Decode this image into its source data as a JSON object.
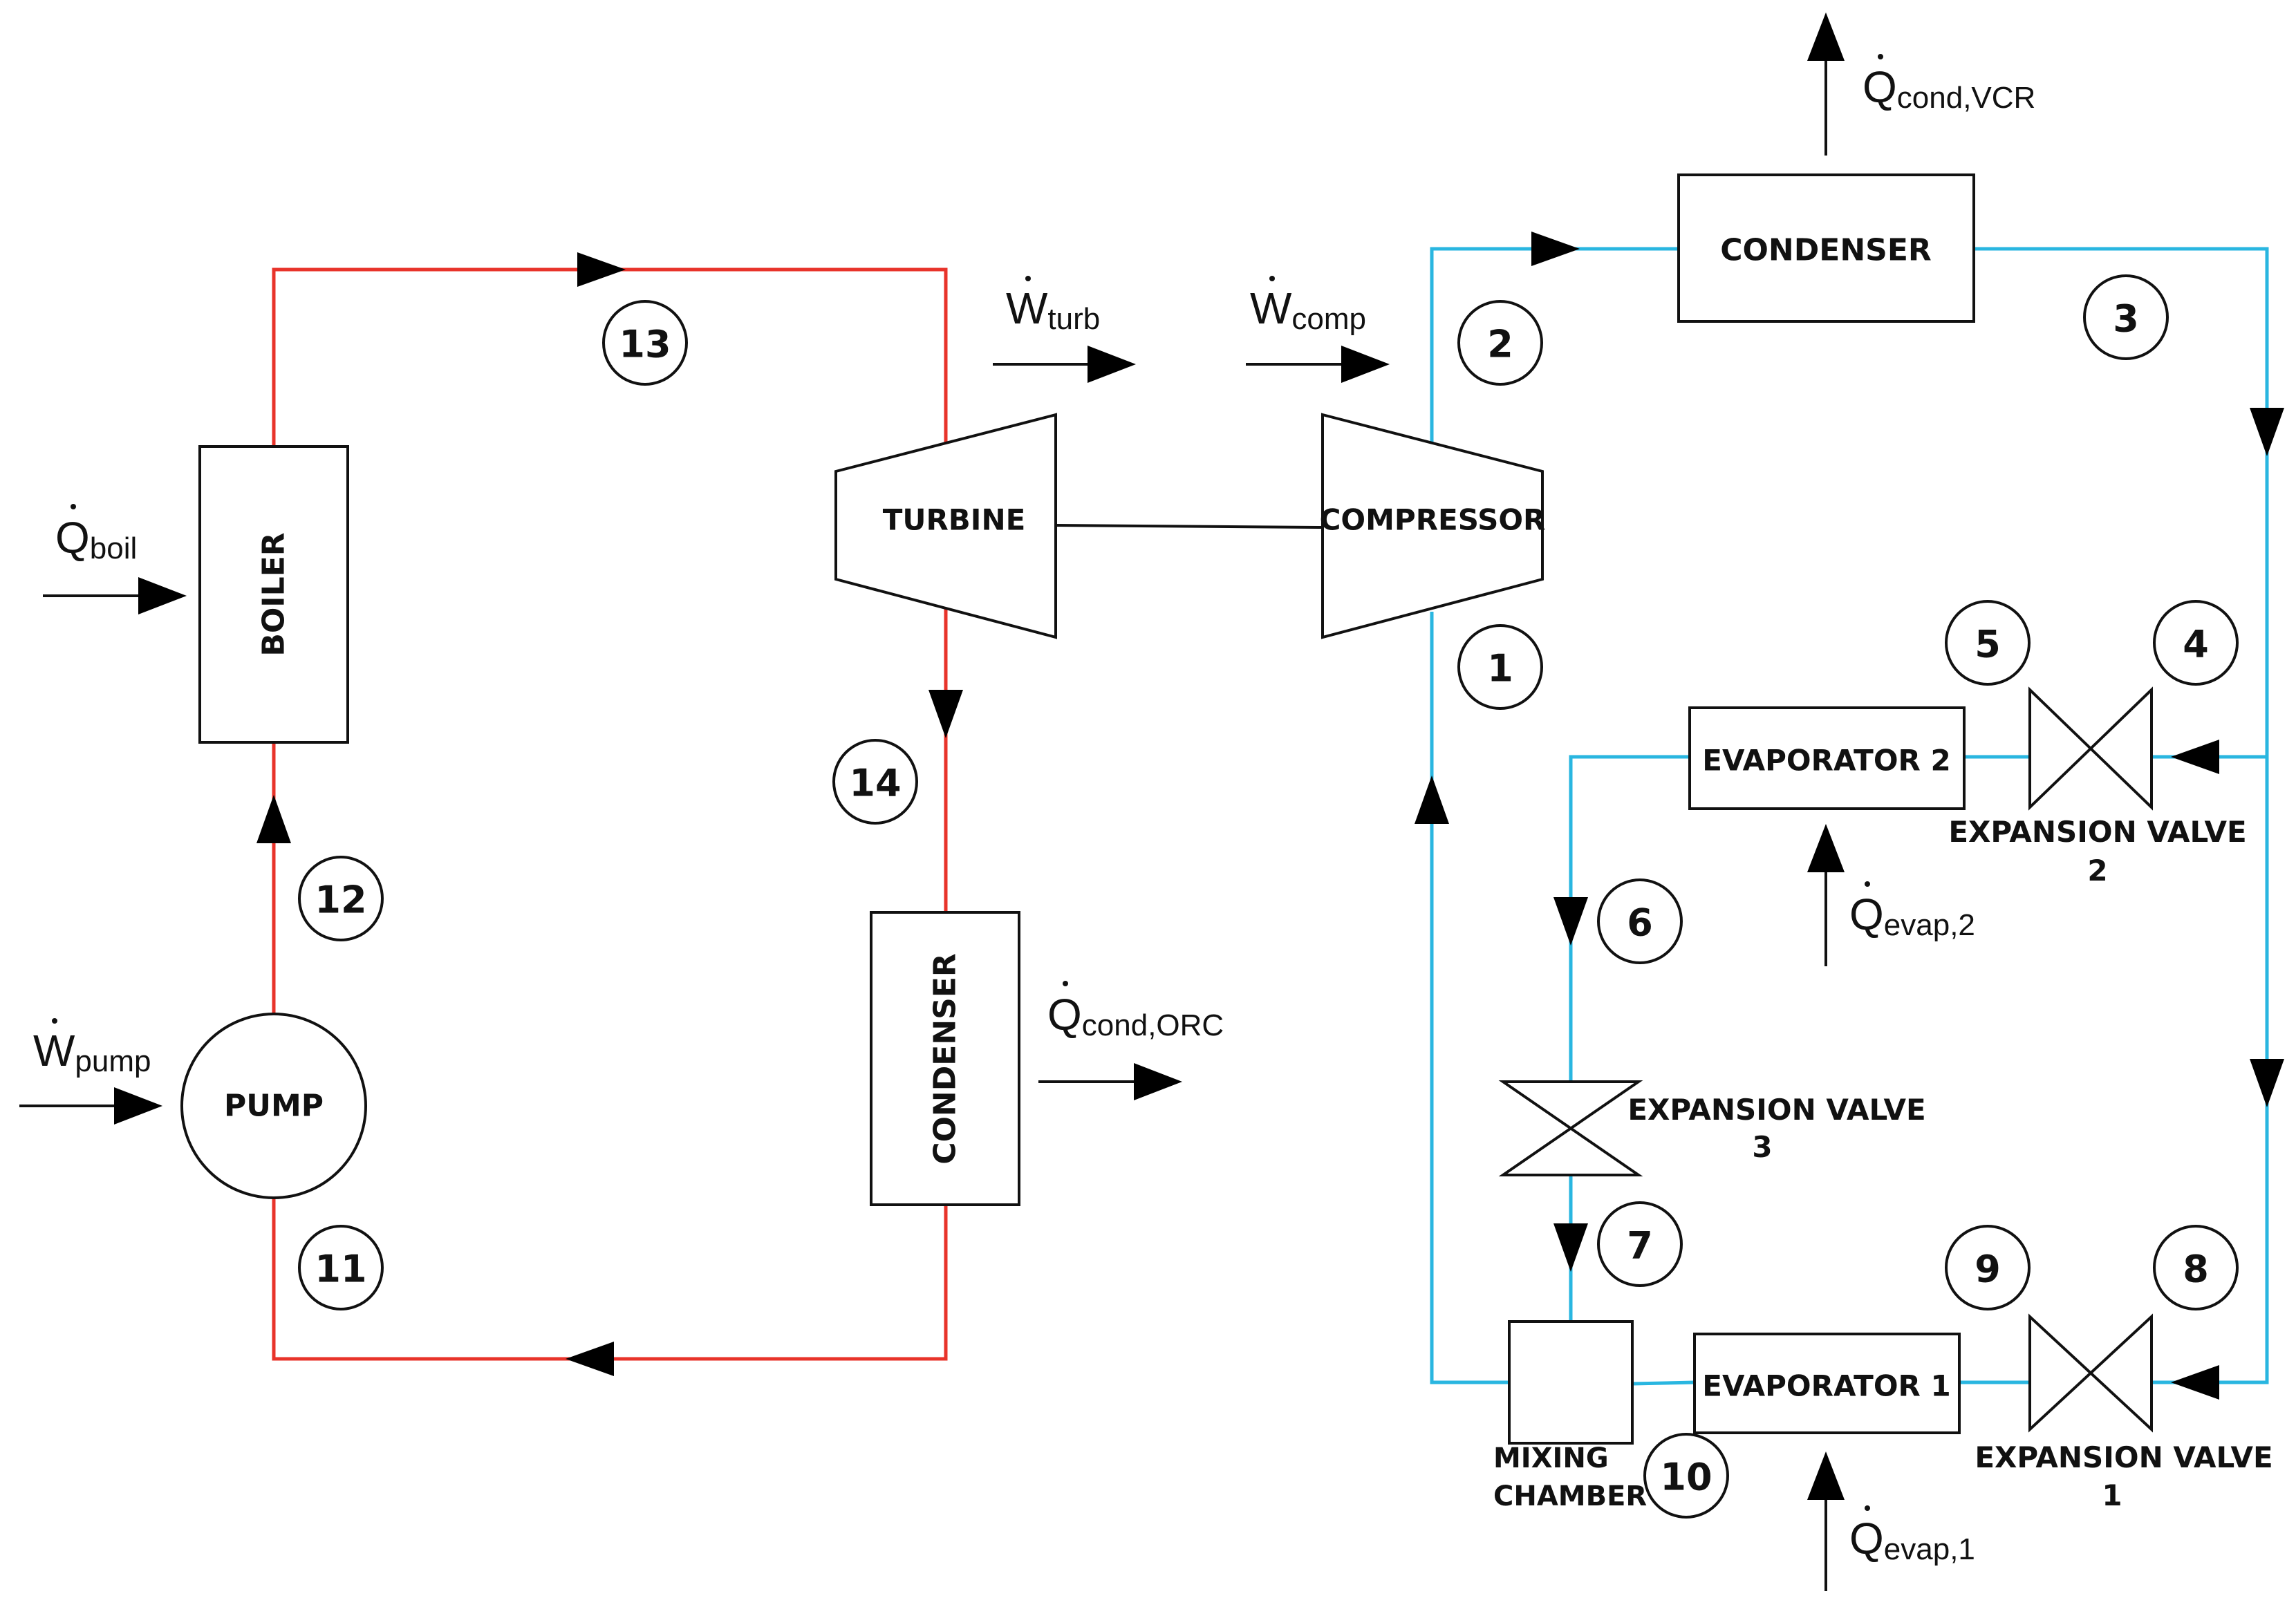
{
  "orc": {
    "components": {
      "boiler": "BOILER",
      "turbine": "TURBINE",
      "condenser": "CONDENSER",
      "pump": "PUMP"
    },
    "states": [
      "11",
      "12",
      "13",
      "14"
    ],
    "heat_in": {
      "symbol": "Q",
      "sub": "boil"
    },
    "heat_out": {
      "symbol": "Q",
      "sub": "cond,ORC"
    },
    "work_turb": {
      "symbol": "W",
      "sub": "turb"
    },
    "work_pump": {
      "symbol": "W",
      "sub": "pump"
    },
    "line_color": "#e8332a"
  },
  "vcr": {
    "components": {
      "compressor": "COMPRESSOR",
      "condenser": "CONDENSER",
      "evaporator_1": "EVAPORATOR 1",
      "evaporator_2": "EVAPORATOR 2",
      "expansion_valve_1": [
        "EXPANSION VALVE",
        "1"
      ],
      "expansion_valve_2": [
        "EXPANSION VALVE",
        "2"
      ],
      "expansion_valve_3": [
        "EXPANSION VALVE",
        "3"
      ],
      "mixing_chamber": [
        "MIXING",
        "CHAMBER"
      ]
    },
    "states": [
      "1",
      "2",
      "3",
      "4",
      "5",
      "6",
      "7",
      "8",
      "9",
      "10"
    ],
    "heat_out": {
      "symbol": "Q",
      "sub": "cond,VCR"
    },
    "heat_evap_1": {
      "symbol": "Q",
      "sub": "evap,1"
    },
    "heat_evap_2": {
      "symbol": "Q",
      "sub": "evap,2"
    },
    "work_comp": {
      "symbol": "W",
      "sub": "comp"
    },
    "line_color": "#29b6e0"
  }
}
